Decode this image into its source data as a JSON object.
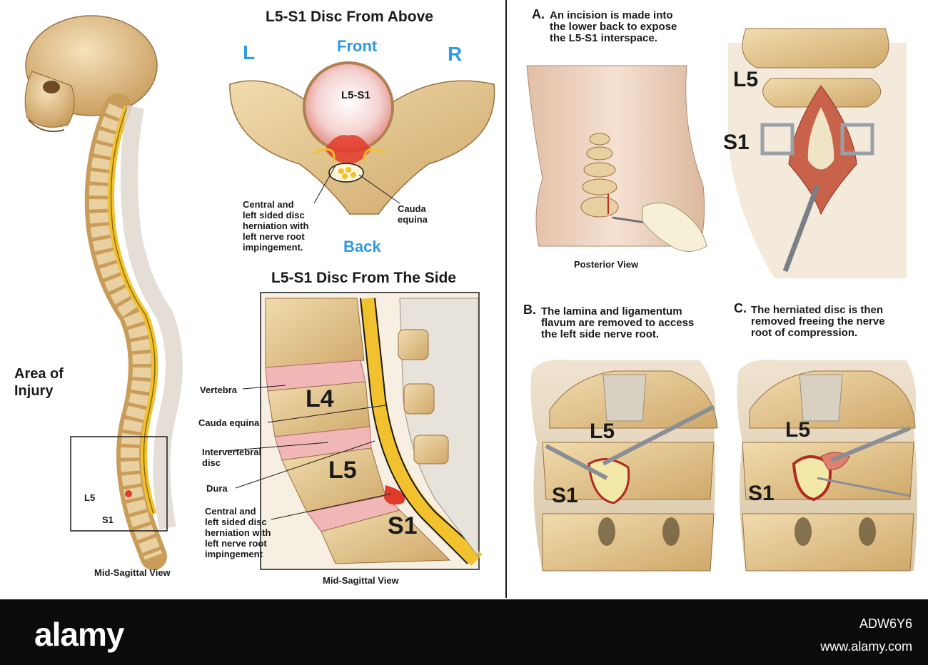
{
  "spine_panel": {
    "area_label_line1": "Area of",
    "area_label_line2": "Injury",
    "level_top": "L5",
    "level_bottom": "S1",
    "caption": "Mid-Sagittal View"
  },
  "top_view": {
    "title": "L5-S1 Disc From Above",
    "left": "L",
    "front": "Front",
    "right": "R",
    "back": "Back",
    "disc_label": "L5-S1",
    "herniation_label": [
      "Central and",
      "left sided disc",
      "herniation with",
      "left nerve root",
      "impingement."
    ],
    "cauda_label": [
      "Cauda",
      "equina"
    ]
  },
  "side_view": {
    "title": "L5-S1 Disc From The Side",
    "labels": {
      "vertebra": "Vertebra",
      "cauda": "Cauda equina",
      "disc": [
        "Intervertebral",
        "disc"
      ],
      "dura": "Dura",
      "herniation": [
        "Central and",
        "left sided disc",
        "herniation with",
        "left nerve root",
        "impingement"
      ]
    },
    "levels": {
      "l4": "L4",
      "l5": "L5",
      "s1": "S1"
    },
    "caption": "Mid-Sagittal View"
  },
  "step_a": {
    "letter": "A.",
    "text": [
      "An incision is made into",
      "the lower back to expose",
      "the L5-S1 interspace."
    ],
    "caption": "Posterior View",
    "level_top": "L5",
    "level_bottom": "S1"
  },
  "step_b": {
    "letter": "B.",
    "text": [
      "The lamina and ligamentum",
      "flavum are removed to access",
      "the left side nerve root."
    ],
    "level_top": "L5",
    "level_bottom": "S1"
  },
  "step_c": {
    "letter": "C.",
    "text": [
      "The herniated disc is then",
      "removed freeing the nerve",
      "root of compression."
    ],
    "level_top": "L5",
    "level_bottom": "S1"
  },
  "footer": {
    "brand": "alamy",
    "code": "ADW6Y6",
    "url": "www.alamy.com"
  },
  "colors": {
    "bone": "#e8cf9c",
    "bone_dark": "#c9a466",
    "cord": "#f2c12e",
    "disc": "#f1b7b7",
    "herniation": "#e23a2a",
    "skin": "#efd6c4",
    "accent_blue": "#2f9be0"
  }
}
